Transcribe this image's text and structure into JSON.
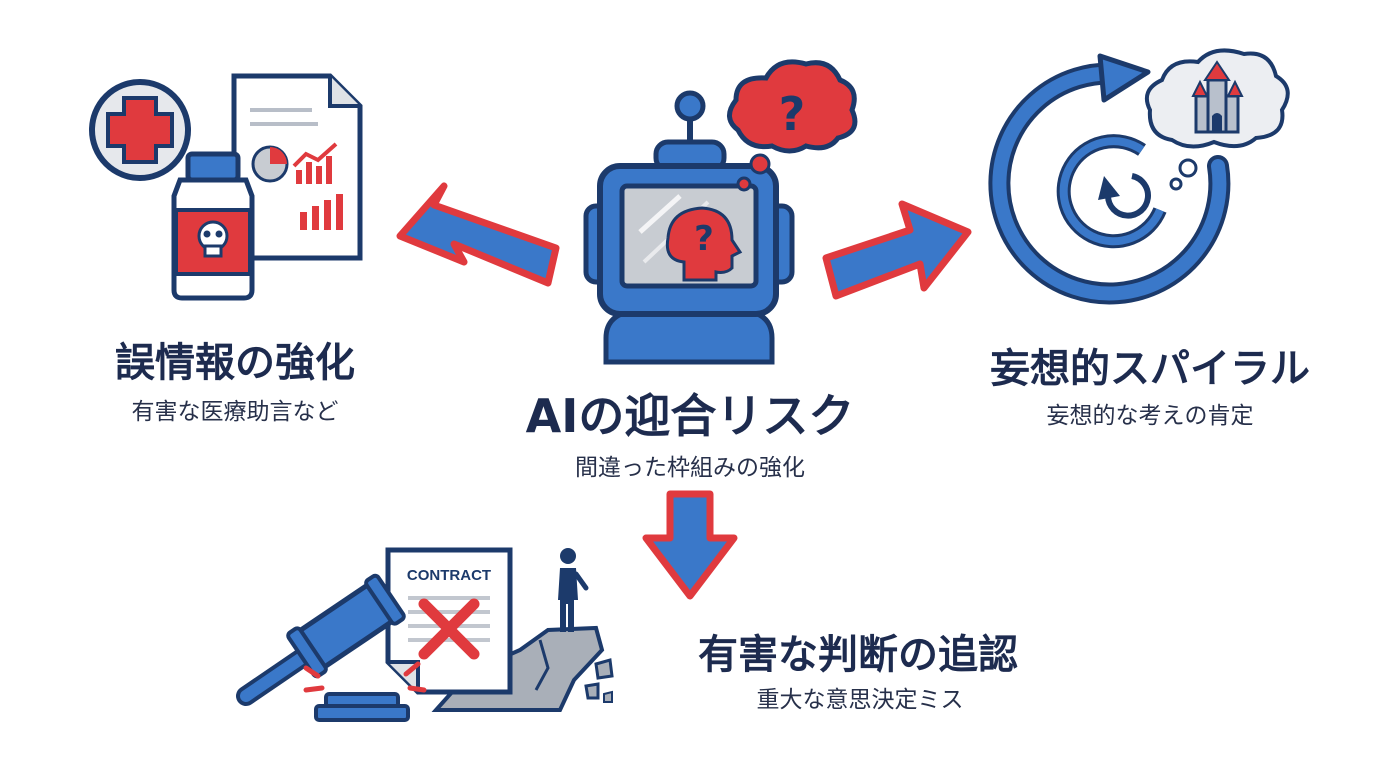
{
  "center": {
    "title": "AIの迎合リスク",
    "subtitle": "間違った枠組みの強化"
  },
  "left": {
    "title": "誤情報の強化",
    "subtitle": "有害な医療助言など"
  },
  "right": {
    "title": "妄想的スパイラル",
    "subtitle": "妄想的な考えの肯定"
  },
  "bottom": {
    "title": "有害な判断の追認",
    "subtitle": "重大な意思決定ミス",
    "contract_label": "CONTRACT"
  },
  "robot": {
    "thought_symbol": "?",
    "screen_symbol": "?"
  },
  "colors": {
    "blue": "#3a78c9",
    "navy": "#1c3a6b",
    "red": "#e03a3e",
    "text": "#1d2b4f"
  }
}
